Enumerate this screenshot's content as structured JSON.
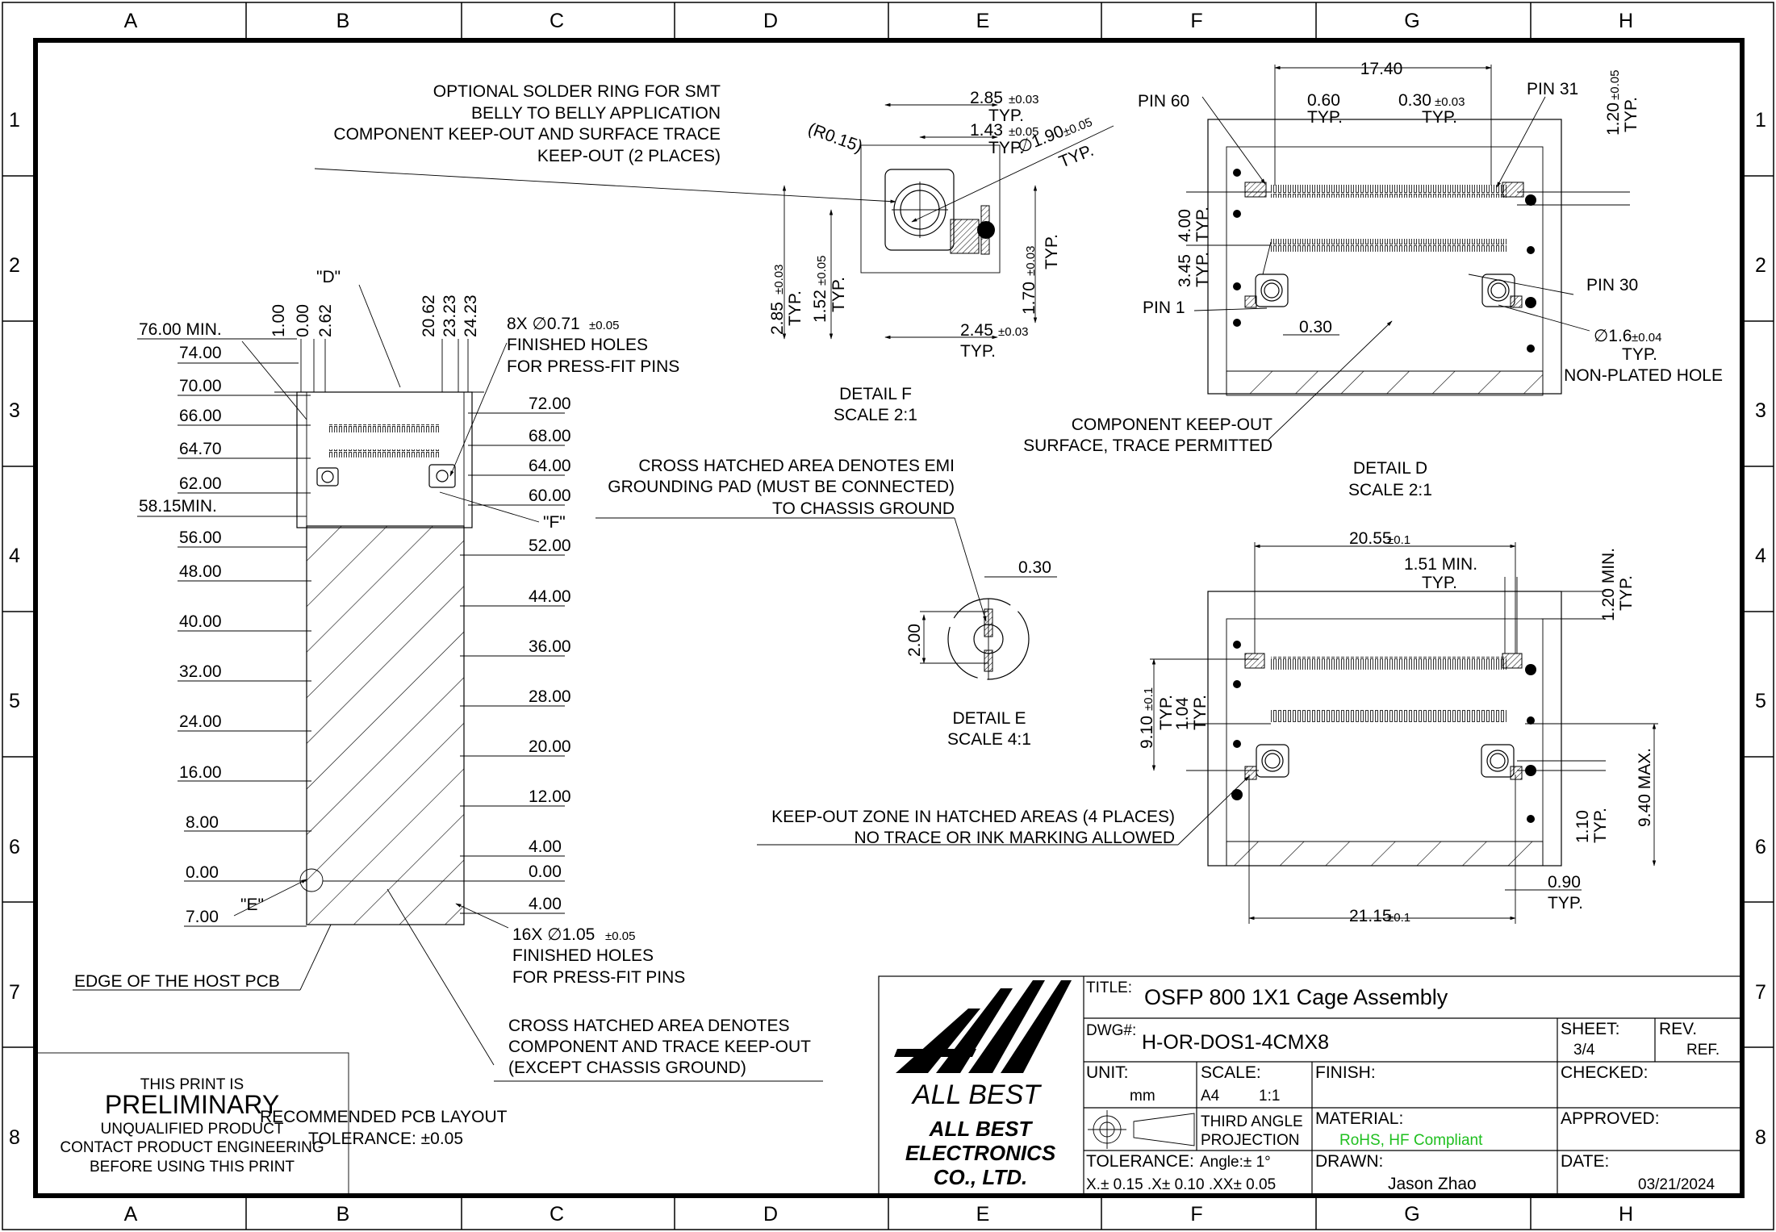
{
  "grid": {
    "columns": [
      "A",
      "B",
      "C",
      "D",
      "E",
      "F",
      "G",
      "H"
    ],
    "rows": [
      "1",
      "2",
      "3",
      "4",
      "5",
      "6",
      "7",
      "8"
    ]
  },
  "detail_f": {
    "notes": [
      "OPTIONAL SOLDER RING FOR SMT",
      "BELLY TO BELLY APPLICATION",
      "COMPONENT KEEP-OUT  AND SURFACE TRACE",
      "KEEP-OUT (2 PLACES)"
    ],
    "dims": {
      "r": "(R0.15)",
      "d285": "2.85",
      "d285tol": "±0.03",
      "typ": "TYP.",
      "d143": "1.43",
      "d143tol": "±0.05",
      "dia190": "∅1.90",
      "dia190tol": "±0.05",
      "d285v": "2.85",
      "d152": "1.52",
      "d152tol": "±0.05",
      "d170": "1.70",
      "d170tol": "±0.03",
      "d245": "2.45",
      "d245tol": "±0.03"
    },
    "label": "DETAIL F",
    "scale": "SCALE 2:1"
  },
  "detail_d": {
    "dims": {
      "d1740": "17.40",
      "d060": "0.60",
      "d030": "0.30",
      "d030tol": "±0.03",
      "d120": "1.20",
      "d120tol": "±0.05",
      "d400": "4.00",
      "d345": "3.45",
      "d030b": "0.30",
      "dia16": "∅1.6",
      "dia16tol": "±0.04",
      "typ": "TYP."
    },
    "pins": {
      "p60": "PIN 60",
      "p31": "PIN 31",
      "p1": "PIN 1",
      "p30": "PIN 30"
    },
    "nonplated": "NON-PLATED HOLE",
    "keepout": [
      "COMPONENT KEEP-OUT",
      "SURFACE, TRACE PERMITTED"
    ],
    "label": "DETAIL D",
    "scale": "SCALE 2:1"
  },
  "emi_note": [
    "CROSS HATCHED AREA DENOTES EMI",
    "GROUNDING PAD (MUST BE CONNECTED)",
    "TO CHASSIS GROUND"
  ],
  "detail_e": {
    "d030": "0.30",
    "d200": "2.00",
    "label": "DETAIL E",
    "scale": "SCALE 4:1"
  },
  "bottom_view": {
    "dims": {
      "d2055": "20.55",
      "d2055tol": "±0.1",
      "d151": "1.51 MIN.",
      "typ": "TYP.",
      "d120min": "1.20 MIN.",
      "d910": "9.10",
      "d910tol": "±0.1",
      "d104": "1.04",
      "d940": "9.40 MAX.",
      "d110": "1.10",
      "d090": "0.90",
      "d2115": "21.15",
      "d2115tol": "±0.1"
    },
    "keepout": [
      "KEEP-OUT ZONE IN HATCHED AREAS (4 PLACES)",
      "NO TRACE OR INK MARKING ALLOWED"
    ]
  },
  "pcb_layout": {
    "detail_d_ref": "\"D\"",
    "detail_f_ref": "\"F\"",
    "detail_e_ref": "\"E\"",
    "top_dims": [
      "1.00",
      "0.00",
      "2.62",
      "20.62",
      "23.23",
      "24.23"
    ],
    "left_dims": [
      "76.00 MIN.",
      "74.00",
      "70.00",
      "66.00",
      "64.70",
      "62.00",
      "58.15MIN.",
      "56.00",
      "48.00",
      "40.00",
      "32.00",
      "24.00",
      "16.00",
      "8.00",
      "0.00",
      "7.00"
    ],
    "right_dims": [
      "72.00",
      "68.00",
      "64.00",
      "60.00",
      "52.00",
      "44.00",
      "36.00",
      "28.00",
      "20.00",
      "12.00",
      "4.00",
      "0.00",
      "4.00"
    ],
    "holes8": "8X ∅0.71",
    "holes8tol": "±0.05",
    "holes16": "16X ∅1.05",
    "holes16tol": "±0.05",
    "finished": [
      "FINISHED HOLES",
      "FOR PRESS-FIT PINS"
    ],
    "edge": "EDGE OF THE HOST PCB",
    "keepout": [
      "CROSS HATCHED AREA DENOTES",
      "COMPONENT AND TRACE KEEP-OUT",
      "(EXCEPT CHASSIS GROUND)"
    ],
    "recommended": "RECOMMENDED PCB LAYOUT",
    "tolerance": "TOLERANCE: ±0.05"
  },
  "preliminary": {
    "line1": "THIS  PRINT  IS",
    "line2": "PRELIMINARY",
    "line3": "UNQUALIFIED PRODUCT",
    "line4": "CONTACT PRODUCT  ENGINEERING",
    "line5": "BEFORE USING THIS PRINT"
  },
  "title_block": {
    "logo_text": "ALL  BEST",
    "company": [
      "ALL  BEST",
      "ELECTRONICS",
      "CO., LTD."
    ],
    "title_label": "TITLE:",
    "title": "OSFP 800 1X1 Cage Assembly",
    "dwg_label": "DWG#:",
    "dwg": "H-OR-DOS1-4CMX8",
    "sheet_label": "SHEET:",
    "sheet": "3/4",
    "rev_label": "REV.",
    "rev": "REF.",
    "unit_label": "UNIT:",
    "unit": "mm",
    "scale_label": "SCALE:",
    "scale_size": "A4",
    "scale": "1:1",
    "finish_label": "FINISH:",
    "checked_label": "CHECKED:",
    "projection": [
      "THIRD ANGLE",
      "PROJECTION"
    ],
    "material_label": "MATERIAL:",
    "material": "RoHS, HF Compliant",
    "approved_label": "APPROVED:",
    "tolerance_label": "TOLERANCE:",
    "angle": "Angle:± 1°",
    "linear": "X.± 0.15 .X± 0.10 .XX± 0.05",
    "drawn_label": "DRAWN:",
    "drawn": "Jason Zhao",
    "date_label": "DATE:",
    "date": "03/21/2024"
  },
  "colors": {
    "ink": "#000000",
    "material": "#1fbf1f",
    "background": "#ffffff"
  }
}
